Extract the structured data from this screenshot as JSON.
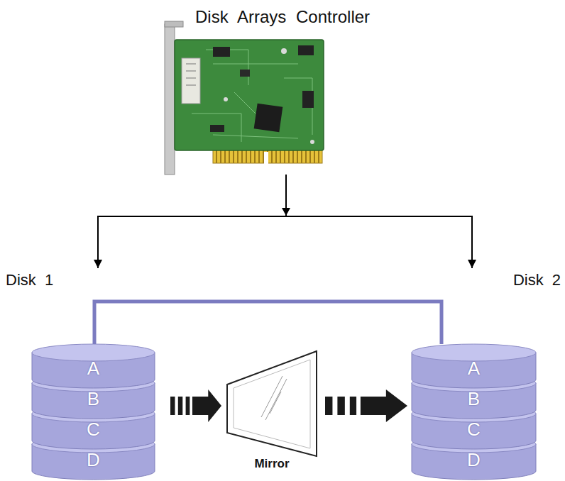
{
  "diagram": {
    "nodes": [
      {
        "text": [
          "Disk Arrays Controller"
        ]
      },
      {
        "text": [
          "Disk 1"
        ]
      },
      {
        "text": [
          "A"
        ],
        "in": 1
      },
      {
        "text": [
          "B"
        ],
        "in": 1
      },
      {
        "text": [
          "C"
        ],
        "in": 1
      },
      {
        "text": [
          "D"
        ],
        "in": 1
      },
      {
        "text": [
          "Mirror"
        ]
      },
      {
        "text": [
          "Disk 2"
        ]
      },
      {
        "text": [
          "A"
        ],
        "in": 7
      },
      {
        "text": [
          "B"
        ],
        "in": 7
      },
      {
        "text": [
          "C"
        ],
        "in": 7
      },
      {
        "text": [
          "D"
        ],
        "in": 7
      }
    ],
    "edges": [
      {
        "from": 0,
        "to": 1,
        "arrow": "to"
      },
      {
        "from": 0,
        "to": 7,
        "arrow": "to"
      },
      {
        "from": 1,
        "to": 7,
        "arrow": "none"
      },
      {
        "from": 1,
        "to": 6,
        "arrow": "to"
      },
      {
        "from": 6,
        "to": 7,
        "arrow": "to"
      }
    ]
  }
}
